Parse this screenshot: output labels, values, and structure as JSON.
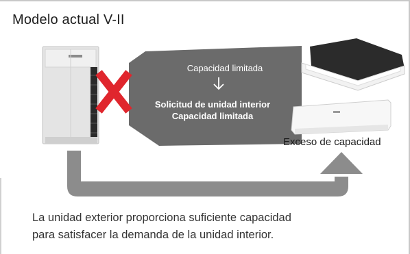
{
  "title": "Modelo actual V-II",
  "flow": {
    "line1": "Capacidad limitada",
    "line2": "Solicitud de unidad interior",
    "line3": "Capacidad limitada"
  },
  "indoor_label": "Exceso de capacidad",
  "description": {
    "line1": "La unidad exterior proporciona suficiente capacidad",
    "line2": "para satisfacer la demanda de la unidad interior."
  },
  "colors": {
    "flow_gray": "#6b6b6b",
    "return_arrow": "#8c8c8c",
    "cross_red": "#e0262d"
  },
  "icons": {
    "outdoor_unit": "vrf-outdoor-unit-image",
    "cassette_unit": "ceiling-cassette-unit-image",
    "wall_unit": "wall-mounted-unit-image",
    "cross": "red-x-icon",
    "down_arrow": "arrow-down-icon"
  }
}
